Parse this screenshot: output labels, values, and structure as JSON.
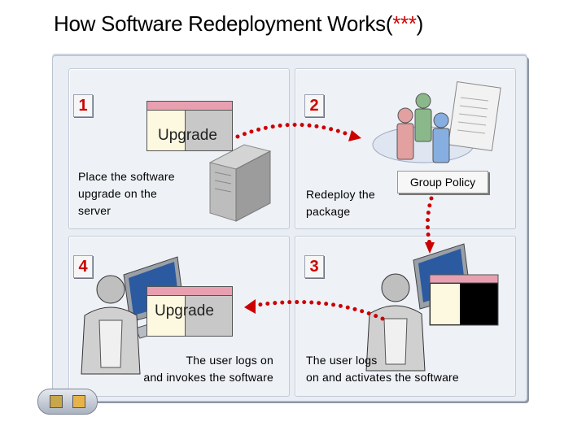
{
  "title": {
    "main": "How Software Redeployment Works(",
    "stars": "***",
    "close": ")"
  },
  "steps": [
    {
      "number": "1",
      "text": [
        "Place the software",
        "upgrade on the",
        "server"
      ],
      "box_label": "Upgrade"
    },
    {
      "number": "2",
      "text": [
        "Redeploy the",
        "package"
      ],
      "tag": "Group Policy"
    },
    {
      "number": "3",
      "text": [
        "The user logs",
        "on and activates the software"
      ]
    },
    {
      "number": "4",
      "text": [
        "The user logs on",
        "and invokes the software"
      ],
      "box_label": "Upgrade"
    }
  ],
  "colors": {
    "accent": "#cc0000",
    "frame": "#e9edf4",
    "box_bar": "#e8a0b0"
  }
}
